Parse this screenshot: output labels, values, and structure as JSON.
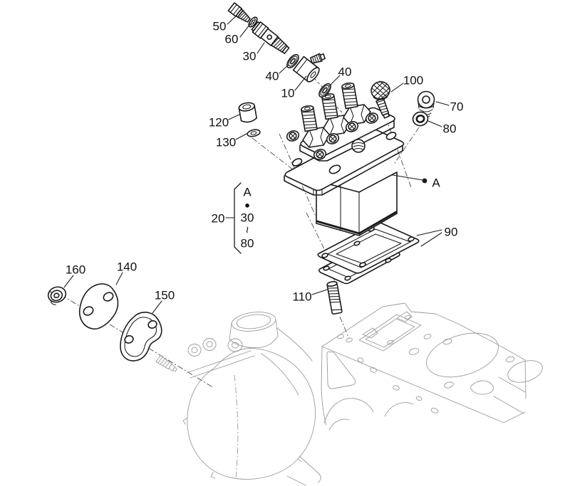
{
  "colors": {
    "background": "#ffffff",
    "part_line": "#1a1a1a",
    "reference_line": "#9b9b9b"
  },
  "diagram": {
    "callouts": [
      {
        "id": "callout-50",
        "text": "50"
      },
      {
        "id": "callout-60",
        "text": "60"
      },
      {
        "id": "callout-30",
        "text": "30"
      },
      {
        "id": "callout-40-upper",
        "text": "40"
      },
      {
        "id": "callout-10",
        "text": "10"
      },
      {
        "id": "callout-40-lower",
        "text": "40"
      },
      {
        "id": "callout-100",
        "text": "100"
      },
      {
        "id": "callout-70",
        "text": "70"
      },
      {
        "id": "callout-80",
        "text": "80"
      },
      {
        "id": "callout-120",
        "text": "120"
      },
      {
        "id": "callout-130",
        "text": "130"
      },
      {
        "id": "callout-20",
        "text": "20"
      },
      {
        "id": "callout-A",
        "text": "A"
      },
      {
        "id": "callout-90",
        "text": "90"
      },
      {
        "id": "callout-110",
        "text": "110"
      },
      {
        "id": "callout-160",
        "text": "160"
      },
      {
        "id": "callout-140",
        "text": "140"
      },
      {
        "id": "callout-150",
        "text": "150"
      }
    ],
    "bracket_note": {
      "callout": "20",
      "lines": [
        "A",
        "30",
        "~",
        "80"
      ],
      "bullet": "●"
    }
  }
}
